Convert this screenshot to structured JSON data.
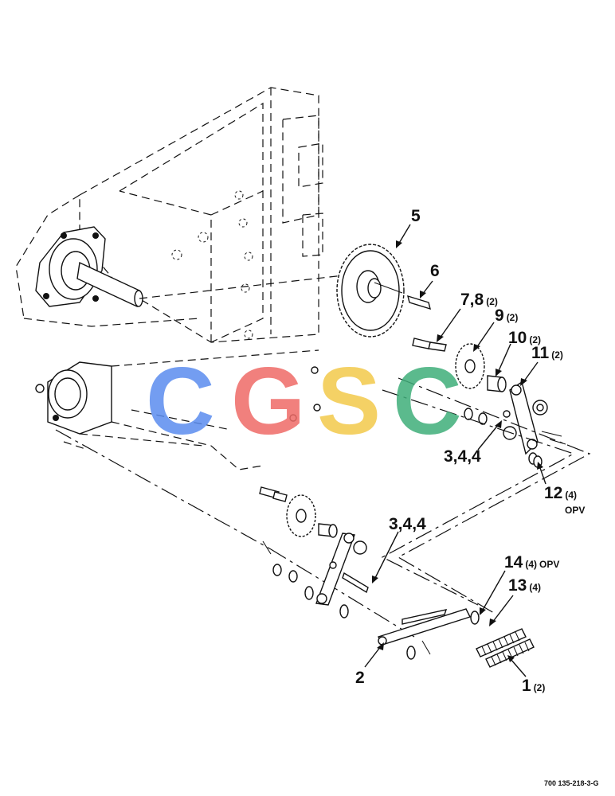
{
  "diagram": {
    "drawing_number": "700 135-218-3-G",
    "watermark": {
      "text": "CGSC",
      "colors": [
        "#5b8def",
        "#ef6b67",
        "#f3c94b",
        "#3fae7a"
      ]
    },
    "callouts": [
      {
        "id": "c5",
        "number": "5",
        "qty": ""
      },
      {
        "id": "c6",
        "number": "6",
        "qty": ""
      },
      {
        "id": "c78",
        "number": "7,8",
        "qty": "(2)"
      },
      {
        "id": "c9",
        "number": "9",
        "qty": "(2)"
      },
      {
        "id": "c10",
        "number": "10",
        "qty": "(2)"
      },
      {
        "id": "c11",
        "number": "11",
        "qty": "(2)"
      },
      {
        "id": "c344a",
        "number": "3,4,4",
        "qty": ""
      },
      {
        "id": "c12",
        "number": "12",
        "qty": "(4)",
        "note": "OPV"
      },
      {
        "id": "c344b",
        "number": "3,4,4",
        "qty": ""
      },
      {
        "id": "c14",
        "number": "14",
        "qty": "(4)",
        "note": "OPV"
      },
      {
        "id": "c13",
        "number": "13",
        "qty": "(4)"
      },
      {
        "id": "c2",
        "number": "2",
        "qty": ""
      },
      {
        "id": "c1",
        "number": "1",
        "qty": "(2)"
      }
    ]
  }
}
